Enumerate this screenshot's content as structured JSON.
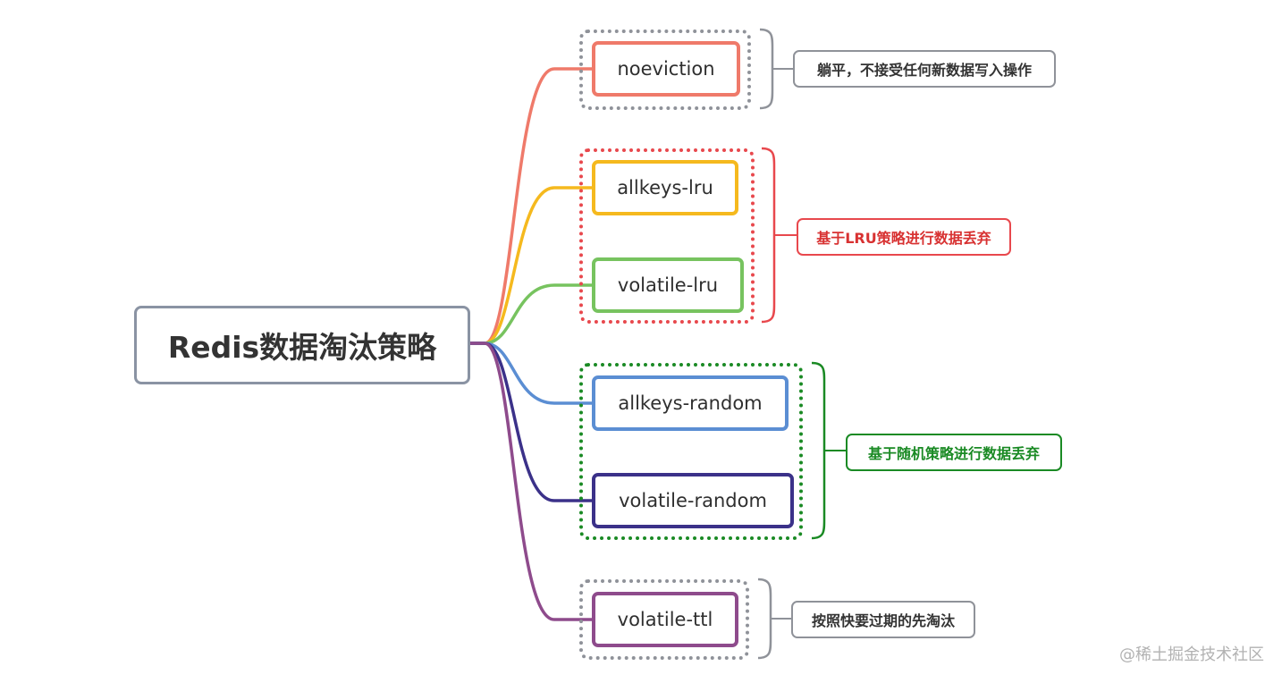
{
  "root": {
    "label": "Redis数据淘汰策略",
    "color": "#8a93a3"
  },
  "policies": [
    {
      "id": "noeviction",
      "label": "noeviction",
      "color": "#ef7a6a"
    },
    {
      "id": "allkeys-lru",
      "label": "allkeys-lru",
      "color": "#f5b91e"
    },
    {
      "id": "volatile-lru",
      "label": "volatile-lru",
      "color": "#77c35f"
    },
    {
      "id": "allkeys-random",
      "label": "allkeys-random",
      "color": "#5b8ed3"
    },
    {
      "id": "volatile-random",
      "label": "volatile-random",
      "color": "#3b3189"
    },
    {
      "id": "volatile-ttl",
      "label": "volatile-ttl",
      "color": "#8e4b8c"
    }
  ],
  "groups": [
    {
      "id": "group-noeviction",
      "color": "#8f9299",
      "note": "躺平，不接受任何新数据写入操作",
      "note_color": "#333333"
    },
    {
      "id": "group-lru",
      "color": "#e8484d",
      "note": "基于LRU策略进行数据丢弃",
      "note_color": "#d83232"
    },
    {
      "id": "group-random",
      "color": "#1a8a24",
      "note": "基于随机策略进行数据丢弃",
      "note_color": "#1a8a24"
    },
    {
      "id": "group-ttl",
      "color": "#8f9299",
      "note": "按照快要过期的先淘汰",
      "note_color": "#333333"
    }
  ],
  "watermark": "@稀土掘金技术社区"
}
